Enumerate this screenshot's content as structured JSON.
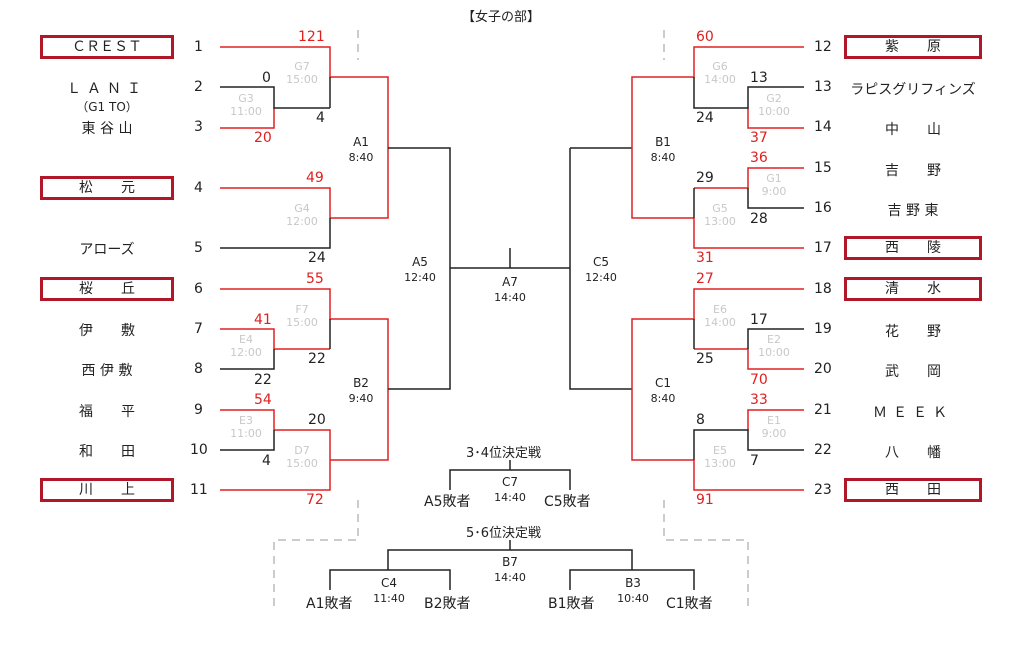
{
  "title": "【女子の部】",
  "teams_left": [
    {
      "seed": "1",
      "name": "ＣＲＥＳＴ",
      "boxed": true
    },
    {
      "seed": "2",
      "name": "ＬＡＮＩ",
      "sub": "（G1 TO）",
      "boxed": false
    },
    {
      "seed": "3",
      "name": "東 谷 山",
      "boxed": false
    },
    {
      "seed": "4",
      "name": "松　　元",
      "boxed": true
    },
    {
      "seed": "5",
      "name": "アローズ",
      "boxed": false
    },
    {
      "seed": "6",
      "name": "桜　　丘",
      "boxed": true
    },
    {
      "seed": "7",
      "name": "伊　　敷",
      "boxed": false
    },
    {
      "seed": "8",
      "name": "西 伊 敷",
      "boxed": false
    },
    {
      "seed": "9",
      "name": "福　　平",
      "boxed": false
    },
    {
      "seed": "10",
      "name": "和　　田",
      "boxed": false
    },
    {
      "seed": "11",
      "name": "川　　上",
      "boxed": true
    }
  ],
  "teams_right": [
    {
      "seed": "12",
      "name": "紫　　原",
      "boxed": true
    },
    {
      "seed": "13",
      "name": "ラピスグリフィンズ",
      "boxed": false
    },
    {
      "seed": "14",
      "name": "中　　山",
      "boxed": false
    },
    {
      "seed": "15",
      "name": "吉　　野",
      "boxed": false
    },
    {
      "seed": "16",
      "name": "吉 野 東",
      "boxed": false
    },
    {
      "seed": "17",
      "name": "西　　陵",
      "boxed": true
    },
    {
      "seed": "18",
      "name": "清　　水",
      "boxed": true
    },
    {
      "seed": "19",
      "name": "花　　野",
      "boxed": false
    },
    {
      "seed": "20",
      "name": "武　　岡",
      "boxed": false
    },
    {
      "seed": "21",
      "name": "ＭＥＥＫ",
      "boxed": false
    },
    {
      "seed": "22",
      "name": "八　　幡",
      "boxed": false
    },
    {
      "seed": "23",
      "name": "西　　田",
      "boxed": true
    }
  ],
  "games": {
    "G7": {
      "label": "G7",
      "time": "15:00"
    },
    "G3": {
      "label": "G3",
      "time": "11:00"
    },
    "G4": {
      "label": "G4",
      "time": "12:00"
    },
    "F7": {
      "label": "F7",
      "time": "15:00"
    },
    "E4": {
      "label": "E4",
      "time": "12:00"
    },
    "E3": {
      "label": "E3",
      "time": "11:00"
    },
    "D7": {
      "label": "D7",
      "time": "15:00"
    },
    "G6": {
      "label": "G6",
      "time": "14:00"
    },
    "G2": {
      "label": "G2",
      "time": "10:00"
    },
    "G1": {
      "label": "G1",
      "time": "9:00"
    },
    "G5": {
      "label": "G5",
      "time": "13:00"
    },
    "E6": {
      "label": "E6",
      "time": "14:00"
    },
    "E2": {
      "label": "E2",
      "time": "10:00"
    },
    "E1": {
      "label": "E1",
      "time": "9:00"
    },
    "E5": {
      "label": "E5",
      "time": "13:00"
    },
    "A1": {
      "label": "A1",
      "time": "8:40"
    },
    "B2": {
      "label": "B2",
      "time": "9:40"
    },
    "B1": {
      "label": "B1",
      "time": "8:40"
    },
    "C1": {
      "label": "C1",
      "time": "8:40"
    },
    "A5": {
      "label": "A5",
      "time": "12:40"
    },
    "C5": {
      "label": "C5",
      "time": "12:40"
    },
    "A7": {
      "label": "A7",
      "time": "14:40"
    },
    "C7": {
      "label": "C7",
      "time": "14:40"
    },
    "B7": {
      "label": "B7",
      "time": "14:40"
    },
    "C4": {
      "label": "C4",
      "time": "11:40"
    },
    "B3": {
      "label": "B3",
      "time": "10:40"
    }
  },
  "scores": {
    "s1": "121",
    "s2": "0",
    "s3": "20",
    "s3b": "4",
    "s4": "49",
    "s5": "24",
    "s6": "55",
    "s7": "41",
    "s8": "22",
    "s8b": "22",
    "s9": "54",
    "s9b": "20",
    "s10": "4",
    "s11": "72",
    "s12": "60",
    "s13": "13",
    "s13b": "24",
    "s14": "37",
    "s15": "36",
    "s16": "28",
    "s16b": "29",
    "s17": "31",
    "s18": "27",
    "s19": "17",
    "s19b": "25",
    "s20": "70",
    "s21": "33",
    "s22": "7",
    "s22b": "8",
    "s23": "91"
  },
  "third_place": {
    "title": "3･4位決定戦",
    "left": "A5敗者",
    "right": "C5敗者"
  },
  "fifth_place": {
    "title": "5･6位決定戦",
    "c4_left": "A1敗者",
    "c4_right": "B2敗者",
    "b3_left": "B1敗者",
    "b3_right": "C1敗者"
  },
  "colors": {
    "win": "#e02020",
    "line": "#222222",
    "box": "#b0182a",
    "game_label": "#c8c8c8",
    "dash": "#bbbbbb"
  }
}
